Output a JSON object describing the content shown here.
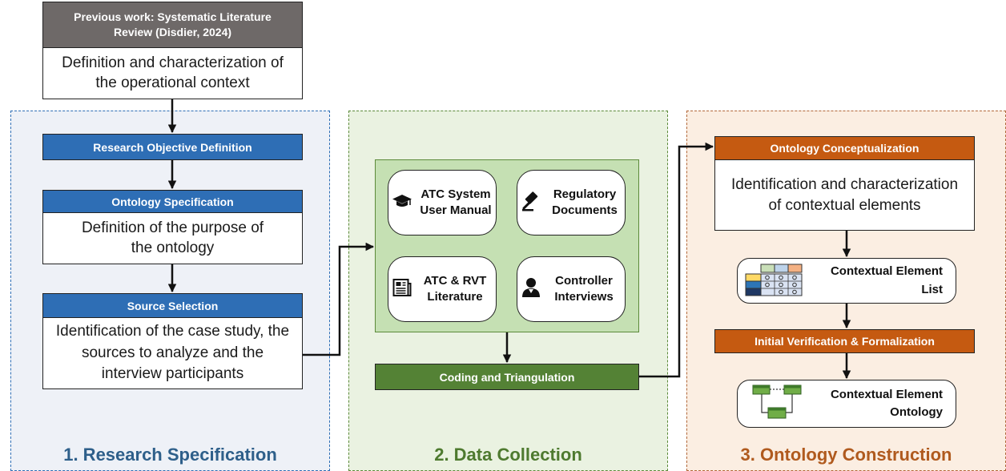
{
  "colors": {
    "blue": "#2e6eb5",
    "gray": "#6e6968",
    "green": "#5c8a3a",
    "orange": "#c55a11",
    "light_blue_bg": "#eef1f7",
    "light_green_bg": "#eaf2e1",
    "light_orange_bg": "#fbeee2",
    "center_green": "#c5e0b3"
  },
  "previous": {
    "header": "Previous work: Systematic Literature Review (Disdier, 2024)",
    "body": "Definition and characterization of the operational context"
  },
  "research": {
    "title": "1. Research Specification",
    "objective": "Research Objective Definition",
    "ontology_spec_header": "Ontology Specification",
    "ontology_spec_body": "Definition of the purpose of the ontology",
    "source_header": "Source Selection",
    "source_body": "Identification of the case study, the sources to analyze and the interview participants"
  },
  "data": {
    "title": "2. Data Collection",
    "cards": [
      {
        "label": "ATC System User Manual",
        "icon": "graduation-cap-icon"
      },
      {
        "label": "Regulatory Documents",
        "icon": "gavel-icon"
      },
      {
        "label": "ATC & RVT Literature",
        "icon": "newspaper-icon"
      },
      {
        "label": "Controller Interviews",
        "icon": "person-icon"
      }
    ],
    "coding": "Coding and Triangulation"
  },
  "ontology": {
    "title": "3. Ontology Construction",
    "conceptualization_header": "Ontology Conceptualization",
    "conceptualization_body": "Identification and characterization of contextual elements",
    "element_list": "Contextual Element List",
    "verification": "Initial Verification & Formalization",
    "element_ontology": "Contextual Element Ontology"
  }
}
